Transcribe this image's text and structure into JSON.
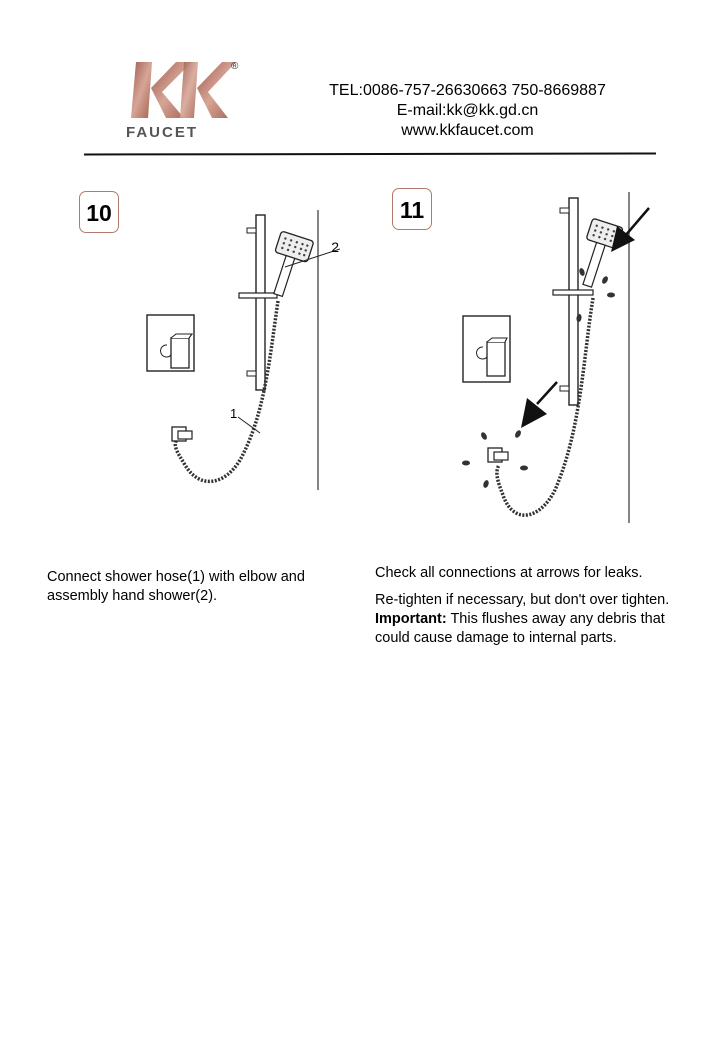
{
  "header": {
    "logo_text": "FAUCET",
    "logo_mark": "®",
    "tel": "TEL:0086-757-26630663 750-8669887",
    "email": "E-mail:kk@kk.gd.cn",
    "website": "www.kkfaucet.com"
  },
  "step10": {
    "number": "10",
    "label_hose": "1",
    "label_shower": "2",
    "caption": "Connect shower hose(1) with elbow and assembly hand shower(2)."
  },
  "step11": {
    "number": "11",
    "caption_1": "Check all connections at arrows for leaks.",
    "caption_2": "Re-tighten if necessary, but don't over tighten.",
    "important_label": "Important:",
    "important_text": " This flushes away any debris that",
    "caption_3": "could cause damage to internal parts."
  },
  "colors": {
    "logo": "#b3776a",
    "badge_border": "#b07a6e"
  }
}
